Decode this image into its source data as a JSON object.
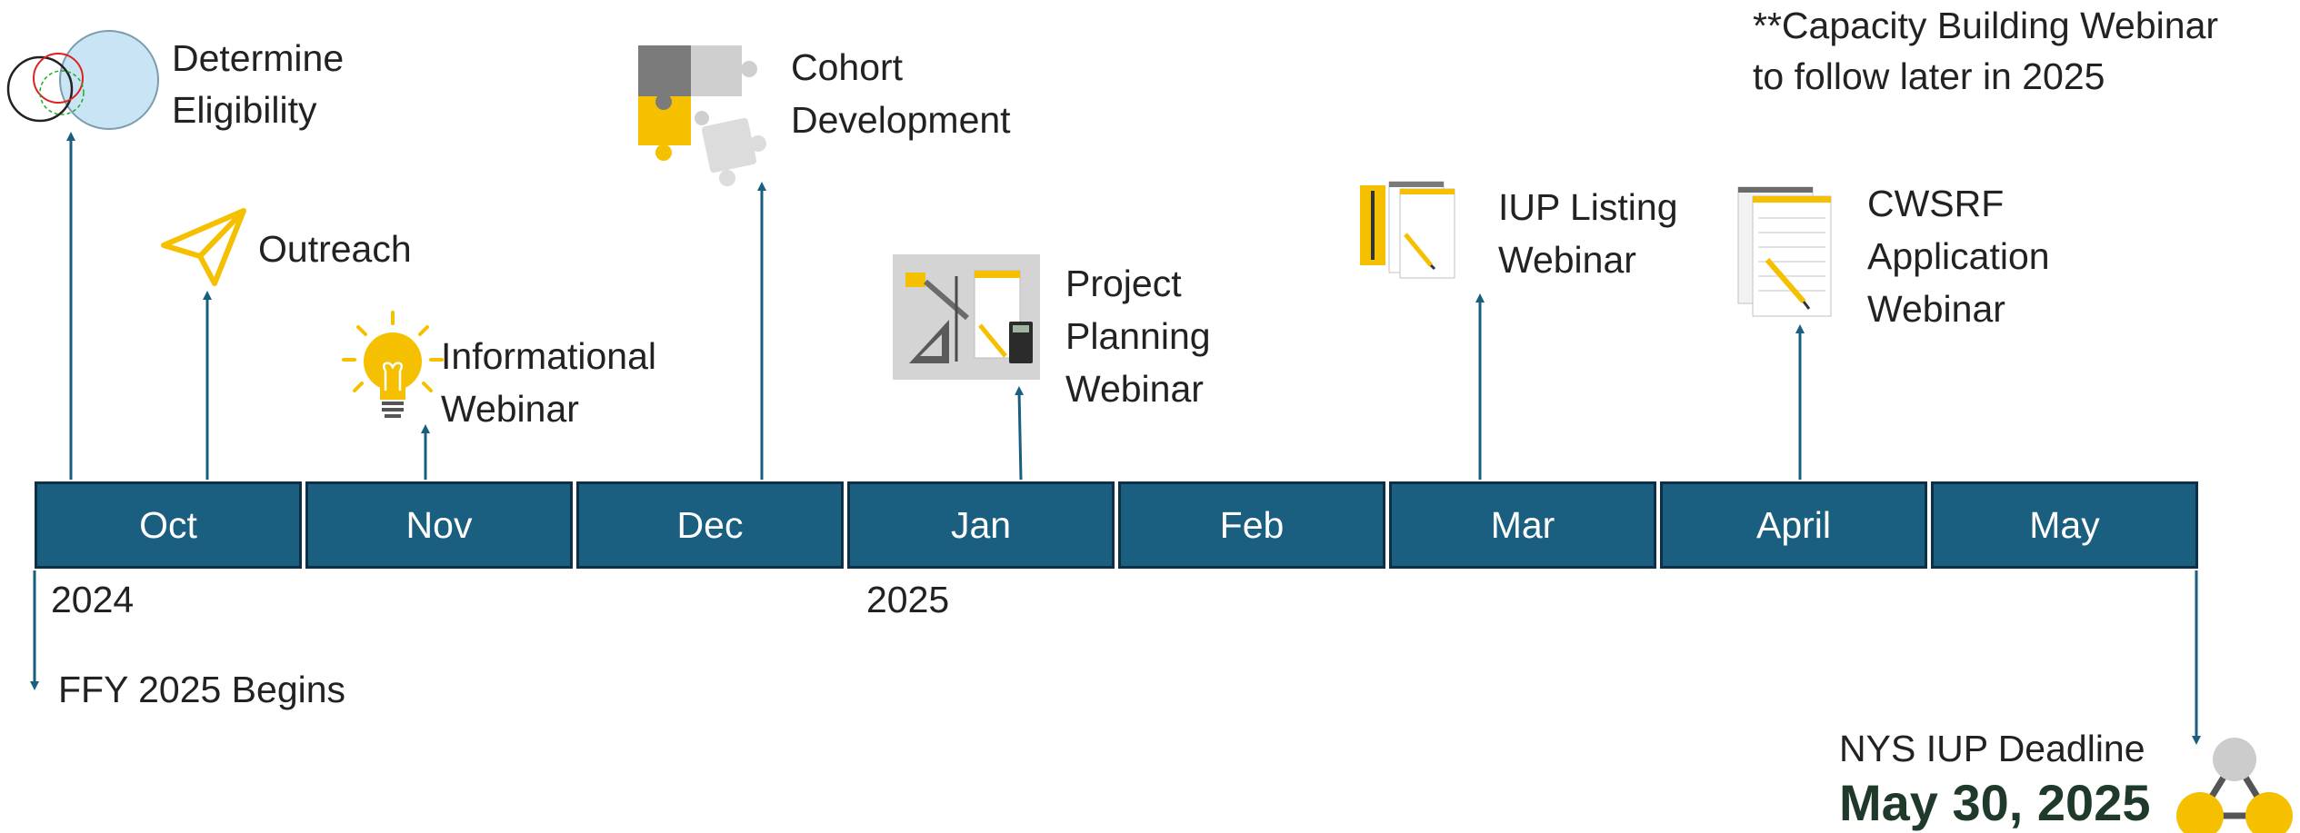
{
  "note": {
    "line1": "**Capacity Building Webinar",
    "line2": "to follow later in 2025"
  },
  "months": [
    "Oct",
    "Nov",
    "Dec",
    "Jan",
    "Feb",
    "Mar",
    "April",
    "May"
  ],
  "years": {
    "start": "2024",
    "next": "2025"
  },
  "milestones": {
    "eligibility": {
      "line1": "Determine",
      "line2": "Eligibility",
      "icon": "venn-circles-icon"
    },
    "outreach": {
      "line1": "Outreach",
      "icon": "paper-plane-icon"
    },
    "informational": {
      "line1": "Informational",
      "line2": "Webinar",
      "icon": "lightbulb-icon"
    },
    "cohort": {
      "line1": "Cohort",
      "line2": "Development",
      "icon": "puzzle-pieces-icon"
    },
    "project_planning": {
      "line1": "Project",
      "line2": "Planning",
      "line3": "Webinar",
      "icon": "drafting-tools-icon"
    },
    "iup_listing": {
      "line1": "IUP Listing",
      "line2": "Webinar",
      "icon": "notepad-pencil-icon"
    },
    "cwsrf": {
      "line1": "CWSRF",
      "line2": "Application",
      "line3": "Webinar",
      "icon": "notepad-pencil-icon"
    }
  },
  "ffy_begins": "FFY 2025 Begins",
  "deadline": {
    "label": "NYS IUP Deadline",
    "date": "May 30, 2025",
    "icon": "network-nodes-icon"
  },
  "colors": {
    "bar": "#1a5e80",
    "bar_border": "#0e2f45",
    "arrow": "#1a5e80",
    "accent_yellow": "#f5c000",
    "deadline_text": "#1f3a2a"
  }
}
